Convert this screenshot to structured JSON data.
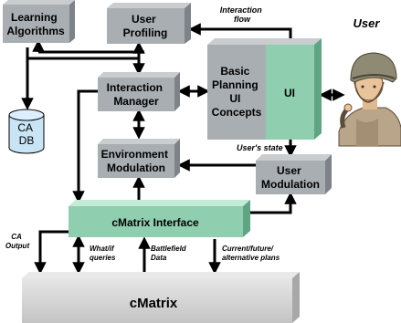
{
  "nodes": {
    "learning_algorithms": [
      "Learning",
      "Algorithms"
    ],
    "user_profiling": [
      "User",
      "Profiling"
    ],
    "interaction_manager": [
      "Interaction",
      "Manager"
    ],
    "ca_db": [
      "CA",
      "DB"
    ],
    "environment_modulation": [
      "Environment",
      "Modulation"
    ],
    "basic_planning": [
      "Basic",
      "Planning",
      "UI",
      "Concepts"
    ],
    "ui": "UI",
    "user_modulation": [
      "User",
      "Modulation"
    ],
    "cmatrix_interface": "cMatrix Interface",
    "cmatrix": "cMatrix",
    "user": "User"
  },
  "labels": {
    "interaction_flow": [
      "Interaction",
      "flow"
    ],
    "users_state": "User's state",
    "ca_output": [
      "CA",
      "Output"
    ],
    "what_if": [
      "What/if",
      "queries"
    ],
    "battlefield": [
      "Battlefield",
      "Data"
    ],
    "plans": [
      "Current/future/",
      "alternative plans"
    ]
  },
  "colors": {
    "gray_box": "#a9aeb2",
    "gray_side": "#7d8388",
    "teal_box": "#8fcfb0",
    "teal_side": "#5fa584",
    "db": "#c8e4f5",
    "cmatrix": "#d2d2d2"
  }
}
